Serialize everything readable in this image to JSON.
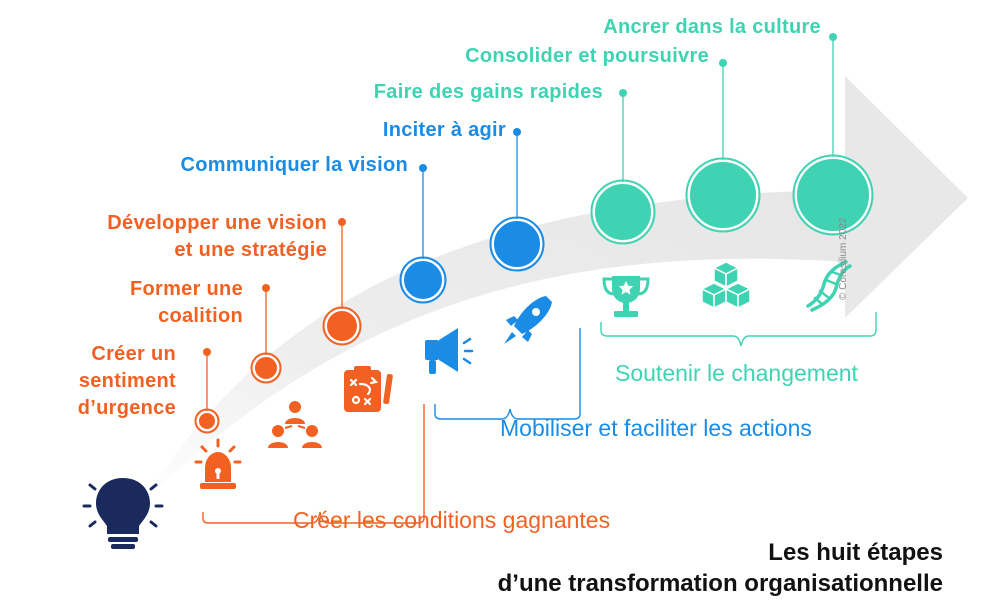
{
  "steps": [
    {
      "label_lines": [
        "Créer un",
        "sentiment",
        "d’urgence"
      ],
      "icon": "siren-icon"
    },
    {
      "label_lines": [
        "Former une",
        "coalition"
      ],
      "icon": "team-icon"
    },
    {
      "label_lines": [
        "Développer une vision",
        "et une stratégie"
      ],
      "icon": "strategy-board-icon"
    },
    {
      "label_lines": [
        "Communiquer la vision"
      ],
      "icon": "megaphone-icon"
    },
    {
      "label_lines": [
        "Inciter à agir"
      ],
      "icon": "rocket-icon"
    },
    {
      "label_lines": [
        "Faire des gains rapides"
      ],
      "icon": "trophy-icon"
    },
    {
      "label_lines": [
        "Consolider et poursuivre"
      ],
      "icon": "cubes-icon"
    },
    {
      "label_lines": [
        "Ancrer dans la culture"
      ],
      "icon": "dna-icon"
    }
  ],
  "phases": {
    "create": "Créer les conditions gagnantes",
    "mobilize": "Mobiliser et faciliter les actions",
    "sustain": "Soutenir le changement"
  },
  "title_lines": [
    "Les huit étapes",
    "d’une transformation organisationnelle"
  ],
  "copyright": "© Coresilium 2022",
  "start_icon": "lightbulb-icon",
  "colors": {
    "orange": "#f26122",
    "blue": "#1a8ce6",
    "teal": "#3fd3b3",
    "navy": "#1b2a5c",
    "arrow": "#ececec"
  }
}
